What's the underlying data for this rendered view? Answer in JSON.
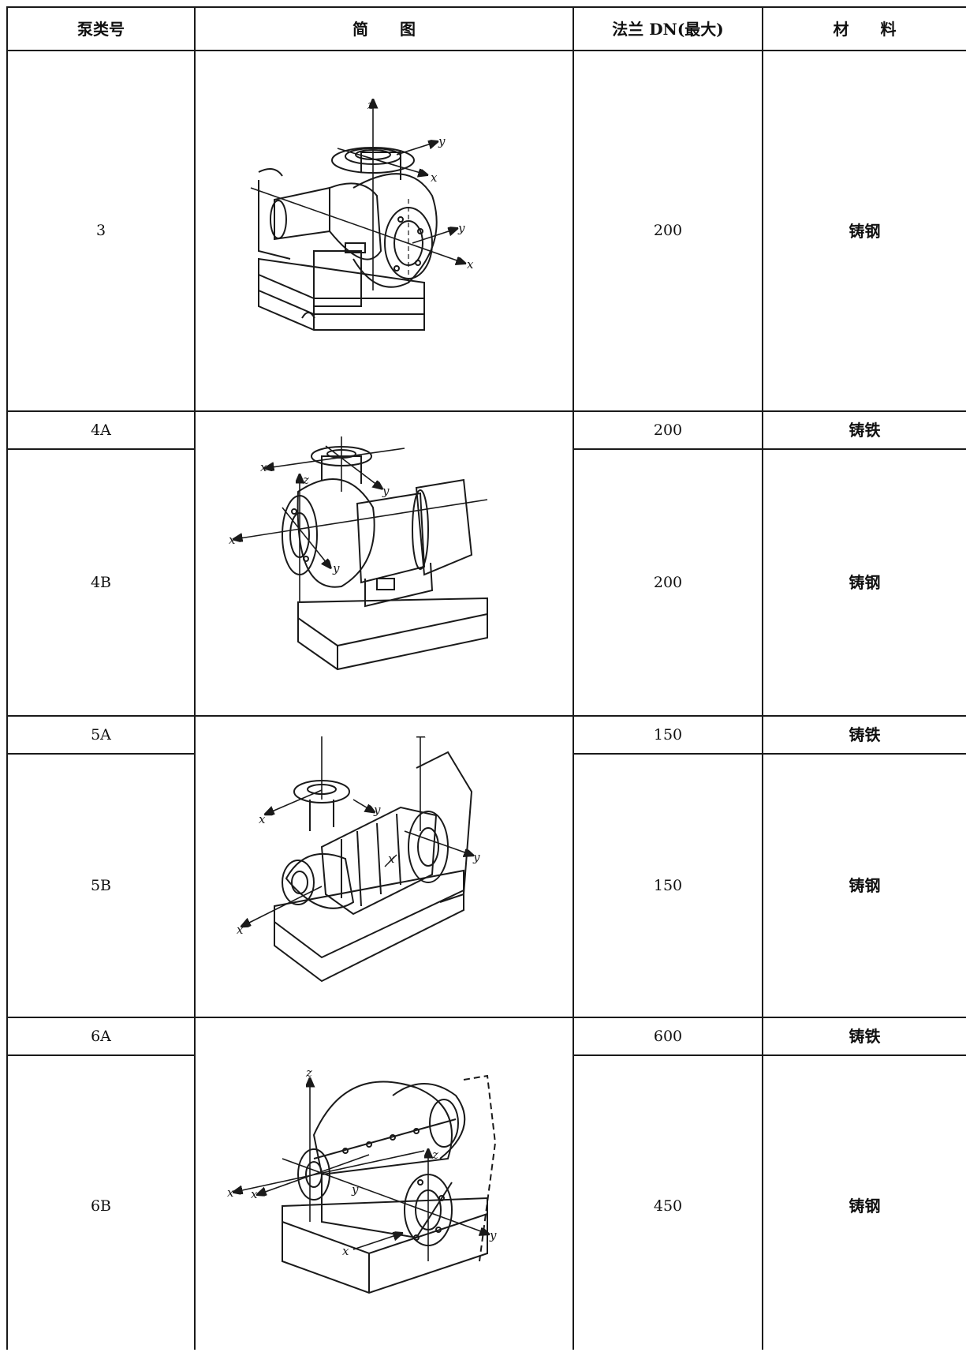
{
  "header": {
    "pump_type": "泵类号",
    "sketch": "简　　图",
    "flange": "法兰 DN(最大)",
    "material": "材　　料"
  },
  "rows": [
    {
      "type": "3",
      "dn": "200",
      "material": "铸钢"
    },
    {
      "type": "4A",
      "dn": "200",
      "material": "铸铁"
    },
    {
      "type": "4B",
      "dn": "200",
      "material": "铸钢"
    },
    {
      "type": "5A",
      "dn": "150",
      "material": "铸铁"
    },
    {
      "type": "5B",
      "dn": "150",
      "material": "铸钢"
    },
    {
      "type": "6A",
      "dn": "600",
      "material": "铸铁"
    },
    {
      "type": "6B",
      "dn": "450",
      "material": "铸钢"
    }
  ],
  "axes": {
    "x": "x",
    "y": "y",
    "z": "z"
  }
}
